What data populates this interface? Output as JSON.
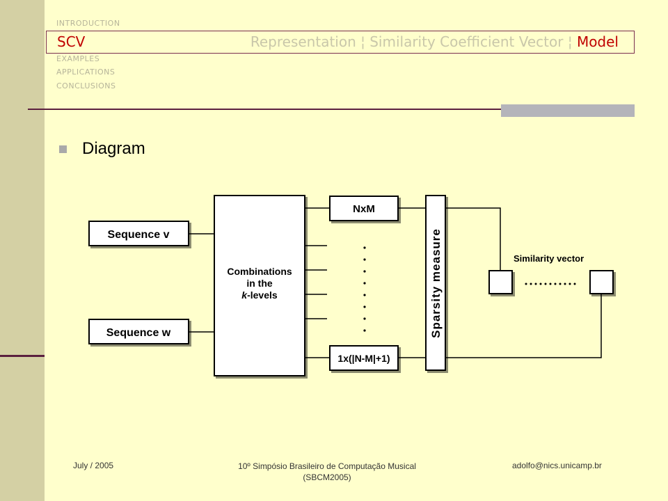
{
  "nav": {
    "introduction": "INTRODUCTION",
    "current": "SCV",
    "trail_parts": [
      "Representation",
      "Similarity Coefficient Vector",
      "Model"
    ],
    "separator": "¦",
    "examples": "EXAMPLES",
    "applications": "APPLICATIONS",
    "conclusions": "CONCLUSIONS"
  },
  "bullet": "Diagram",
  "diagram": {
    "sequence_v": "Sequence v",
    "sequence_w": "Sequence w",
    "combinations_line1": "Combinations",
    "combinations_line2": "in the",
    "combinations_line3_italic": "k",
    "combinations_line3_rest": "-levels",
    "top_matrix": "NxM",
    "bottom_matrix": "1x(|N-M|+1)",
    "sparsity": "Sparsity measure",
    "similarity_vector": "Similarity vector"
  },
  "footer": {
    "date": "July / 2005",
    "conference_line1": "10º Simpósio Brasileiro de Computação Musical",
    "conference_line2": "(SBCM2005)",
    "email": "adolfo@nics.unicamp.br"
  },
  "colors": {
    "background": "#ffffcc",
    "sidebar": "#d4d0a4",
    "accent": "#c00000",
    "rule": "#5a1f3e"
  }
}
